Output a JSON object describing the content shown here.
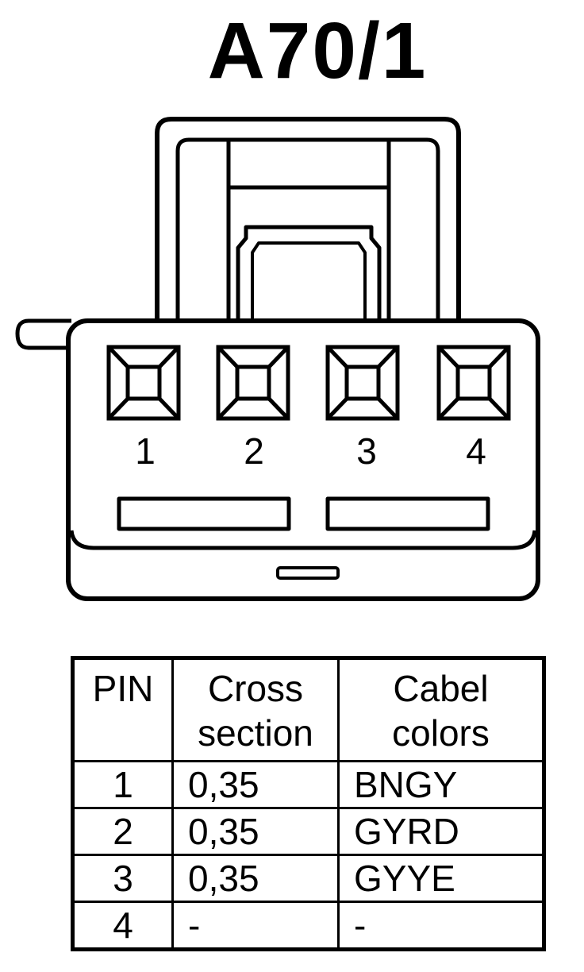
{
  "title": "A70/1",
  "connector": {
    "pin_labels": [
      "1",
      "2",
      "3",
      "4"
    ]
  },
  "table": {
    "headers": {
      "pin": "PIN",
      "cross_section_line1": "Cross",
      "cross_section_line2": "section",
      "cable_colors_line1": "Cabel",
      "cable_colors_line2": "colors"
    },
    "rows": [
      {
        "pin": "1",
        "cross_section": "0,35",
        "color": "BNGY"
      },
      {
        "pin": "2",
        "cross_section": "0,35",
        "color": "GYRD"
      },
      {
        "pin": "3",
        "cross_section": "0,35",
        "color": "GYYE"
      },
      {
        "pin": "4",
        "cross_section": "-",
        "color": "-"
      }
    ]
  }
}
